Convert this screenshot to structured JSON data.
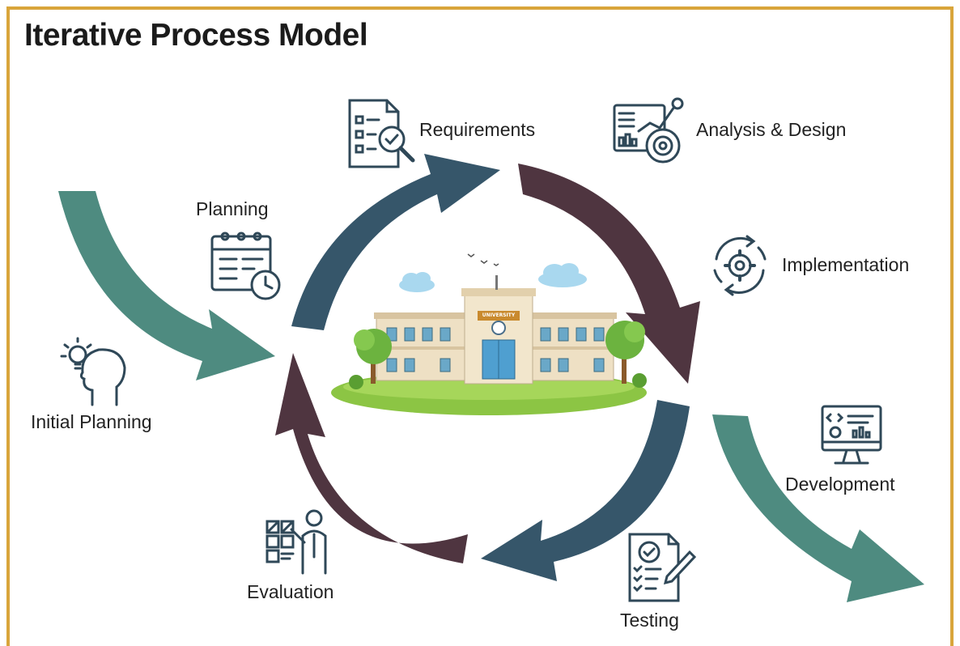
{
  "title": "Iterative Process Model",
  "stages": {
    "initial_planning": "Initial Planning",
    "planning": "Planning",
    "requirements": "Requirements",
    "analysis_design": "Analysis & Design",
    "implementation": "Implementation",
    "development": "Development",
    "testing": "Testing",
    "evaluation": "Evaluation"
  },
  "building_sign": "UNIVERSITY",
  "colors": {
    "frame": "#d9a53b",
    "teal_arrow": "#4e8b80",
    "navy_arrow": "#36566a",
    "plum_arrow": "#4f3540",
    "icon_stroke": "#2f4858"
  }
}
